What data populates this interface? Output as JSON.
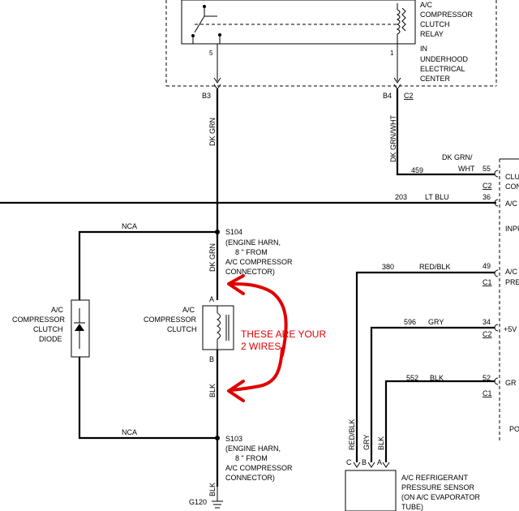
{
  "relay": {
    "label": [
      "A/C",
      "COMPRESSOR",
      "CLUTCH",
      "RELAY"
    ],
    "in_label": "IN",
    "center_label": [
      "UNDERHOOD",
      "ELECTRICAL",
      "CENTER"
    ],
    "pin_left": "5",
    "pin_right": "1"
  },
  "connectors": {
    "b3": "B3",
    "b4": "B4",
    "c2_top": "C2",
    "c2_mid1": "C2",
    "c1_mid1": "C1",
    "c2_mid2": "C2",
    "c1_mid2": "C1"
  },
  "wires": {
    "dk_grn_1": "DK GRN",
    "dk_grn_wht": "DK GRN/WHT",
    "dk_grn_2": "DK GRN",
    "blk_1": "BLK",
    "blk_2": "BLK",
    "nca_top": "NCA",
    "nca_bottom": "NCA",
    "w459": "459",
    "w459_color": [
      "DK GRN/",
      "WHT"
    ],
    "w203": "203",
    "w203_color": "LT BLU",
    "w380": "380",
    "w380_color": "RED/BLK",
    "w596": "596",
    "w596_color": "GRY",
    "w552": "552",
    "w552_color": "BLK",
    "sensor_red_blk": "RED/BLK",
    "sensor_gry": "GRY",
    "sensor_blk": "BLK"
  },
  "pins": {
    "p55": "55",
    "p36": "36",
    "p49": "49",
    "p34": "34",
    "p52": "52",
    "clutch_a": "A",
    "clutch_b": "B",
    "sensor_c": "C",
    "sensor_b": "B",
    "sensor_a": "A"
  },
  "splices": {
    "s104": "S104",
    "s104_desc": [
      "(ENGINE HARN,",
      "8 \"    FROM",
      "A/C COMPRESSOR",
      "CONNECTOR)"
    ],
    "s103": "S103",
    "s103_desc": [
      "(ENGINE HARN,",
      "8 \"    FROM",
      "A/C COMPRESSOR",
      "CONNECTOR)"
    ],
    "ground": "G120"
  },
  "components": {
    "diode": [
      "A/C",
      "COMPRESSOR",
      "CLUTCH",
      "DIODE"
    ],
    "clutch": [
      "A/C",
      "COMPRESSOR",
      "CLUTCH"
    ],
    "sensor": [
      "A/C REFRIGERANT",
      "PRESSURE SENSOR",
      "(ON A/C EVAPORATOR",
      "TUBE)"
    ]
  },
  "pcm_labels": {
    "clu": [
      "CLU",
      "CON"
    ],
    "ac": "A/C",
    "inpu": "INPU",
    "ac_pre": [
      "A/C",
      "PRE"
    ],
    "v5": "+5V",
    "gr": "GR",
    "po": "PO"
  },
  "annotation": [
    "THESE ARE YOUR",
    "2 WIRES"
  ],
  "colors": {
    "annotation": "#e00000",
    "wire": "#000000"
  }
}
